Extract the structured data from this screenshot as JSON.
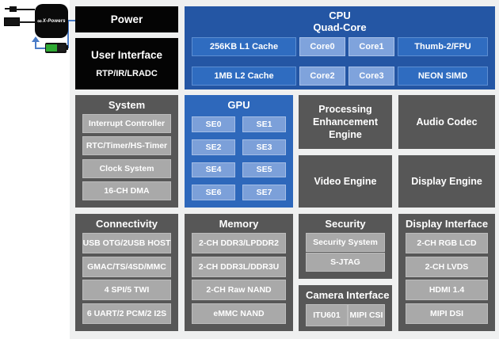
{
  "palette": {
    "panel_bg": "#eff0f0",
    "black_block": "#040404",
    "cpu_bg": "#2456a4",
    "cpu_box": "#2f6cc0",
    "core_box": "#7fa3dc",
    "gpu_bg": "#2e68bb",
    "gray_block": "#575757",
    "gray_item": "#a9a9a9",
    "connector_blue": "#4a7cc7",
    "battery_green": "#2faa33"
  },
  "pmic": {
    "logo_mark": "∞",
    "logo": "X-Powers"
  },
  "blocks": {
    "power": {
      "title": "Power"
    },
    "user_interface": {
      "title": "User Interface",
      "subtitle": "RTP/IR/LRADC"
    },
    "cpu": {
      "title": "CPU",
      "subtitle": "Quad-Core",
      "row1": [
        "256KB L1 Cache",
        "Core0",
        "Core1",
        "Thumb-2/FPU"
      ],
      "row2": [
        "1MB L2 Cache",
        "Core2",
        "Core3",
        "NEON SIMD"
      ]
    },
    "system": {
      "title": "System",
      "items": [
        "Interrupt Controller",
        "RTC/Timer/HS-Timer",
        "Clock System",
        "16-CH DMA"
      ]
    },
    "gpu": {
      "title": "GPU",
      "items": [
        "SE0",
        "SE1",
        "SE2",
        "SE3",
        "SE4",
        "SE5",
        "SE6",
        "SE7"
      ]
    },
    "processing_enhancement_engine": {
      "title": "Processing Enhancement Engine"
    },
    "audio_codec": {
      "title": "Audio Codec"
    },
    "video_engine": {
      "title": "Video Engine"
    },
    "display_engine": {
      "title": "Display Engine"
    },
    "connectivity": {
      "title": "Connectivity",
      "items": [
        "USB OTG/2USB HOST",
        "GMAC/TS/4SD/MMC",
        "4 SPI/5 TWI",
        "6 UART/2 PCM/2 I2S"
      ]
    },
    "memory": {
      "title": "Memory",
      "items": [
        "2-CH DDR3/LPDDR2",
        "2-CH DDR3L/DDR3U",
        "2-CH Raw NAND",
        "eMMC NAND"
      ]
    },
    "security": {
      "title": "Security",
      "items": [
        "Security System",
        "S-JTAG"
      ]
    },
    "camera_interface": {
      "title": "Camera Interface",
      "items": [
        "ITU601",
        "MIPI CSI"
      ]
    },
    "display_interface": {
      "title": "Display Interface",
      "items": [
        "2-CH RGB LCD",
        "2-CH LVDS",
        "HDMI 1.4",
        "MIPI DSI"
      ]
    }
  }
}
